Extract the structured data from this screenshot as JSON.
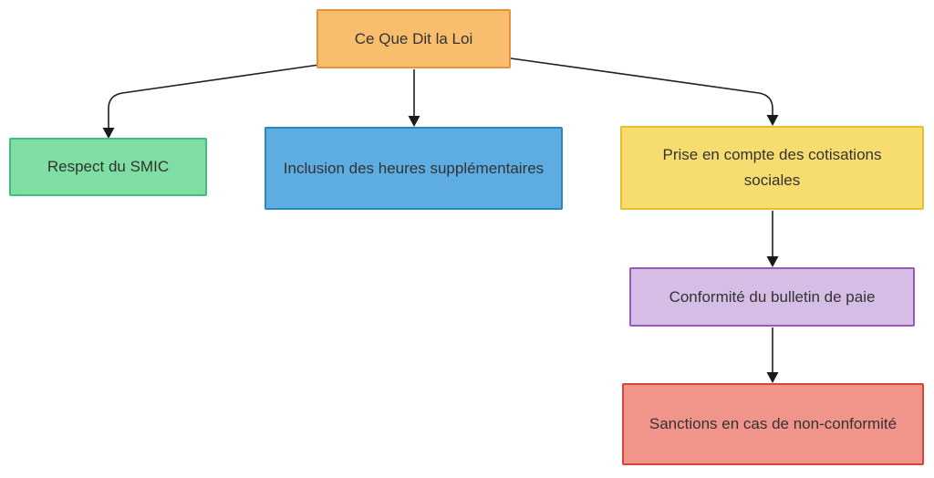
{
  "diagram": {
    "type": "flowchart",
    "direction": "top-down",
    "nodes": [
      {
        "id": "root",
        "label": "Ce Que Dit la Loi",
        "fill": "#F8BE6E",
        "border": "#E8913B"
      },
      {
        "id": "smic",
        "label": "Respect du SMIC",
        "fill": "#7EDEA3",
        "border": "#41BD7E"
      },
      {
        "id": "heures",
        "label": "Inclusion des heures supplémentaires",
        "fill": "#5DADE2",
        "border": "#2E86C1"
      },
      {
        "id": "cotisations",
        "label": "Prise en compte des cotisations sociales",
        "fill": "#F7DC6F",
        "border": "#E5BE31"
      },
      {
        "id": "bulletin",
        "label": "Conformité du bulletin de paie",
        "fill": "#D5BDE6",
        "border": "#9B59B6"
      },
      {
        "id": "sanctions",
        "label": "Sanctions en cas de non-conformité",
        "fill": "#F1948A",
        "border": "#D14836"
      }
    ],
    "edges": [
      {
        "from": "root",
        "to": "smic"
      },
      {
        "from": "root",
        "to": "heures"
      },
      {
        "from": "root",
        "to": "cotisations"
      },
      {
        "from": "cotisations",
        "to": "bulletin"
      },
      {
        "from": "bulletin",
        "to": "sanctions"
      }
    ],
    "edge_color": "#1f1f1f",
    "text_color": "#333333",
    "background": "#ffffff"
  }
}
